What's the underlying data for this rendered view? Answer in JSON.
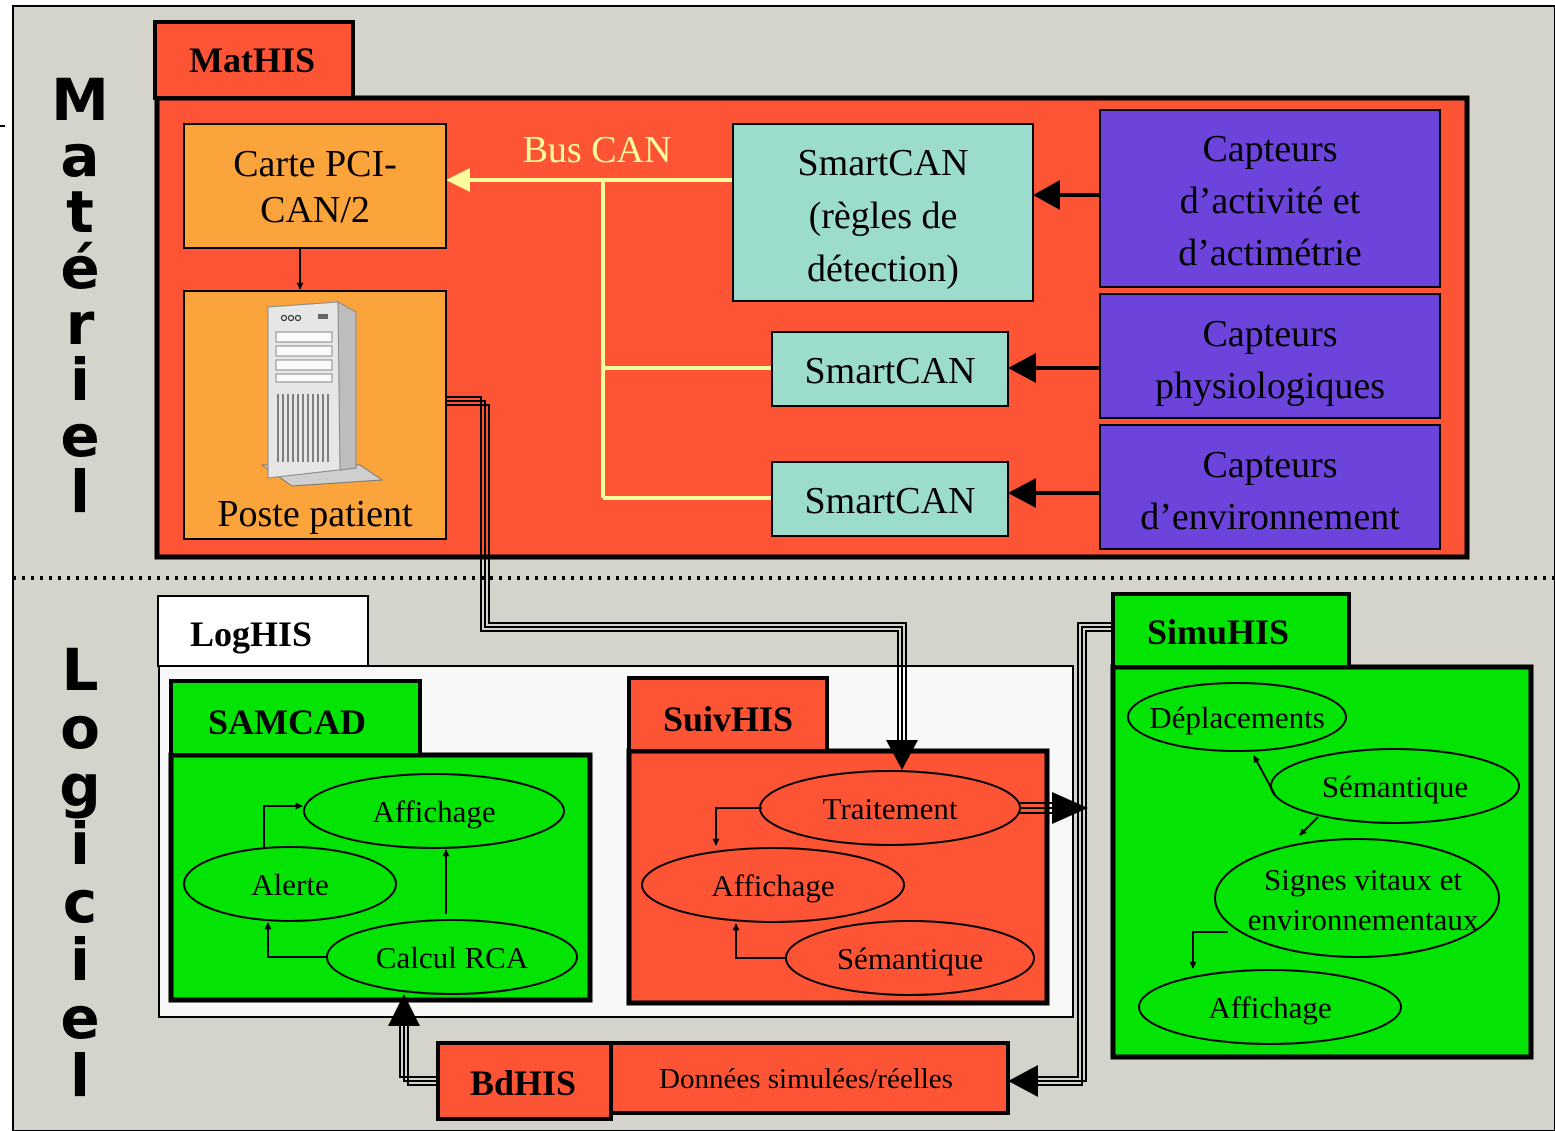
{
  "side_labels": {
    "materiel": "Matériel",
    "logiciel": "Logiciel"
  },
  "mathis": {
    "title": "MatHIS",
    "bus_label": "Bus CAN",
    "pci_card": "Carte PCI-\nCAN/2",
    "patient_station": "Poste patient",
    "smartcan_main": "SmartCAN\n(règles de\ndétection)",
    "smartcan_2": "SmartCAN",
    "smartcan_3": "SmartCAN",
    "sensors_activity": "Capteurs\nd’activité et\nd’actimétrie",
    "sensors_physio": "Capteurs\nphysiologiques",
    "sensors_env": "Capteurs\nd’environnement"
  },
  "loghis": {
    "title": "LogHIS",
    "samcad": {
      "title": "SAMCAD",
      "affichage": "Affichage",
      "alerte": "Alerte",
      "calcul": "Calcul RCA"
    },
    "suivhis": {
      "title": "SuivHIS",
      "traitement": "Traitement",
      "affichage": "Affichage",
      "semantique": "Sémantique"
    }
  },
  "simuhis": {
    "title": "SimuHIS",
    "deplacements": "Déplacements",
    "semantique": "Sémantique",
    "signes": "Signes vitaux et\nenvironnementaux",
    "affichage": "Affichage"
  },
  "bdhis": {
    "title": "BdHIS",
    "donnees": "Données simulées/réelles"
  },
  "colors": {
    "background_gray": "#d4d4cc",
    "mathis_red": "#fc5434",
    "orange": "#fca43c",
    "teal": "#9cdccc",
    "purple": "#6c44dc",
    "green": "#04e404",
    "bus_yellow": "#fcfc9c",
    "white": "#ffffff"
  }
}
